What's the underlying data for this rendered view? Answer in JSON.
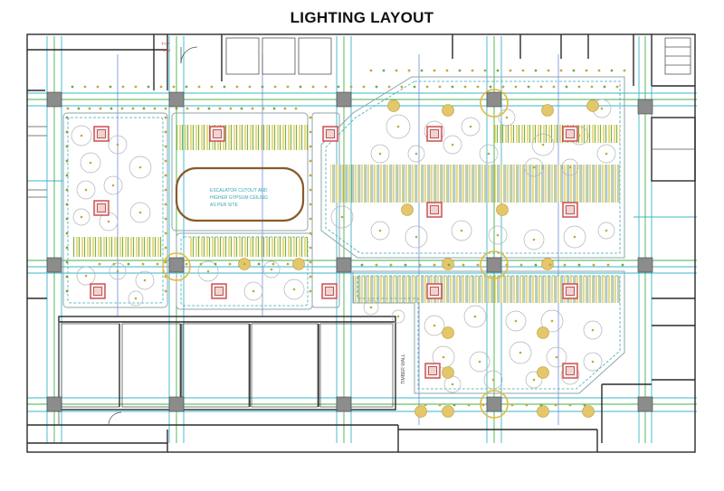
{
  "title": "LIGHTING LAYOUT",
  "escalator_note": [
    "ESCALATOR CUTOUT AND",
    "HIGHER GYPSUM CEILING",
    "AS PER SITE"
  ],
  "room_tag": "TIMBER WALL",
  "door_tag": [
    "TYP",
    "B.M"
  ],
  "colors": {
    "wall": "#2b2b2b",
    "grid_cyan": "#38b7c9",
    "grid_green": "#46b04a",
    "feature_ring": "#e6b93a",
    "downlight_square": "#c9474a",
    "linear_yellow": "#e0c23a",
    "linear_green": "#7cb342",
    "escalator_outline": "#8a5a2b"
  },
  "icons": [
    "column-icon",
    "pendant-light-icon",
    "downlight-square-icon",
    "spot-dot-icon",
    "linear-light-icon",
    "feature-ring-icon"
  ]
}
